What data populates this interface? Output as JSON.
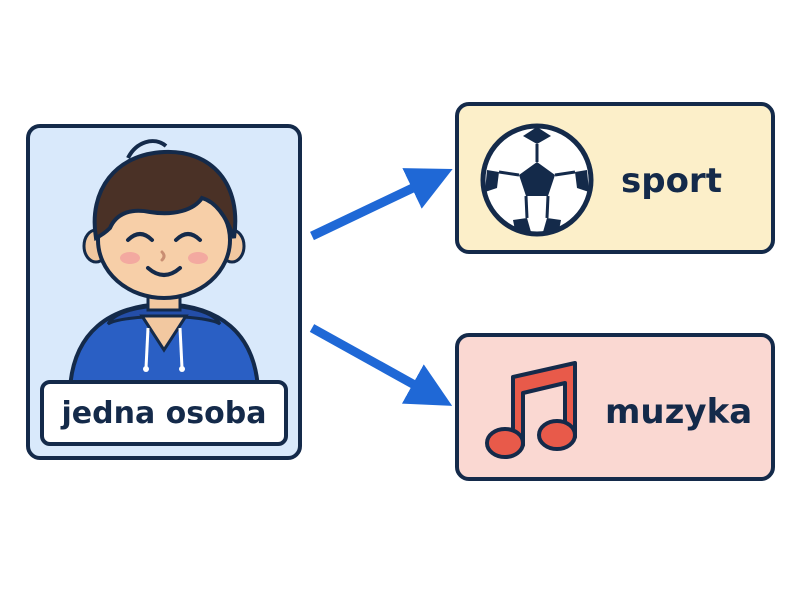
{
  "person": {
    "label": "jedna osoba",
    "icon": "smiling-boy-in-hoodie"
  },
  "targets": [
    {
      "label": "sport",
      "icon": "soccer-ball-icon",
      "color": "#fcefc9"
    },
    {
      "label": "muzyka",
      "icon": "music-note-icon",
      "color": "#fad8d2"
    }
  ],
  "colors": {
    "arrow": "#1f68d6",
    "outline": "#142a4a",
    "person_bg": "#d9e9fb"
  }
}
